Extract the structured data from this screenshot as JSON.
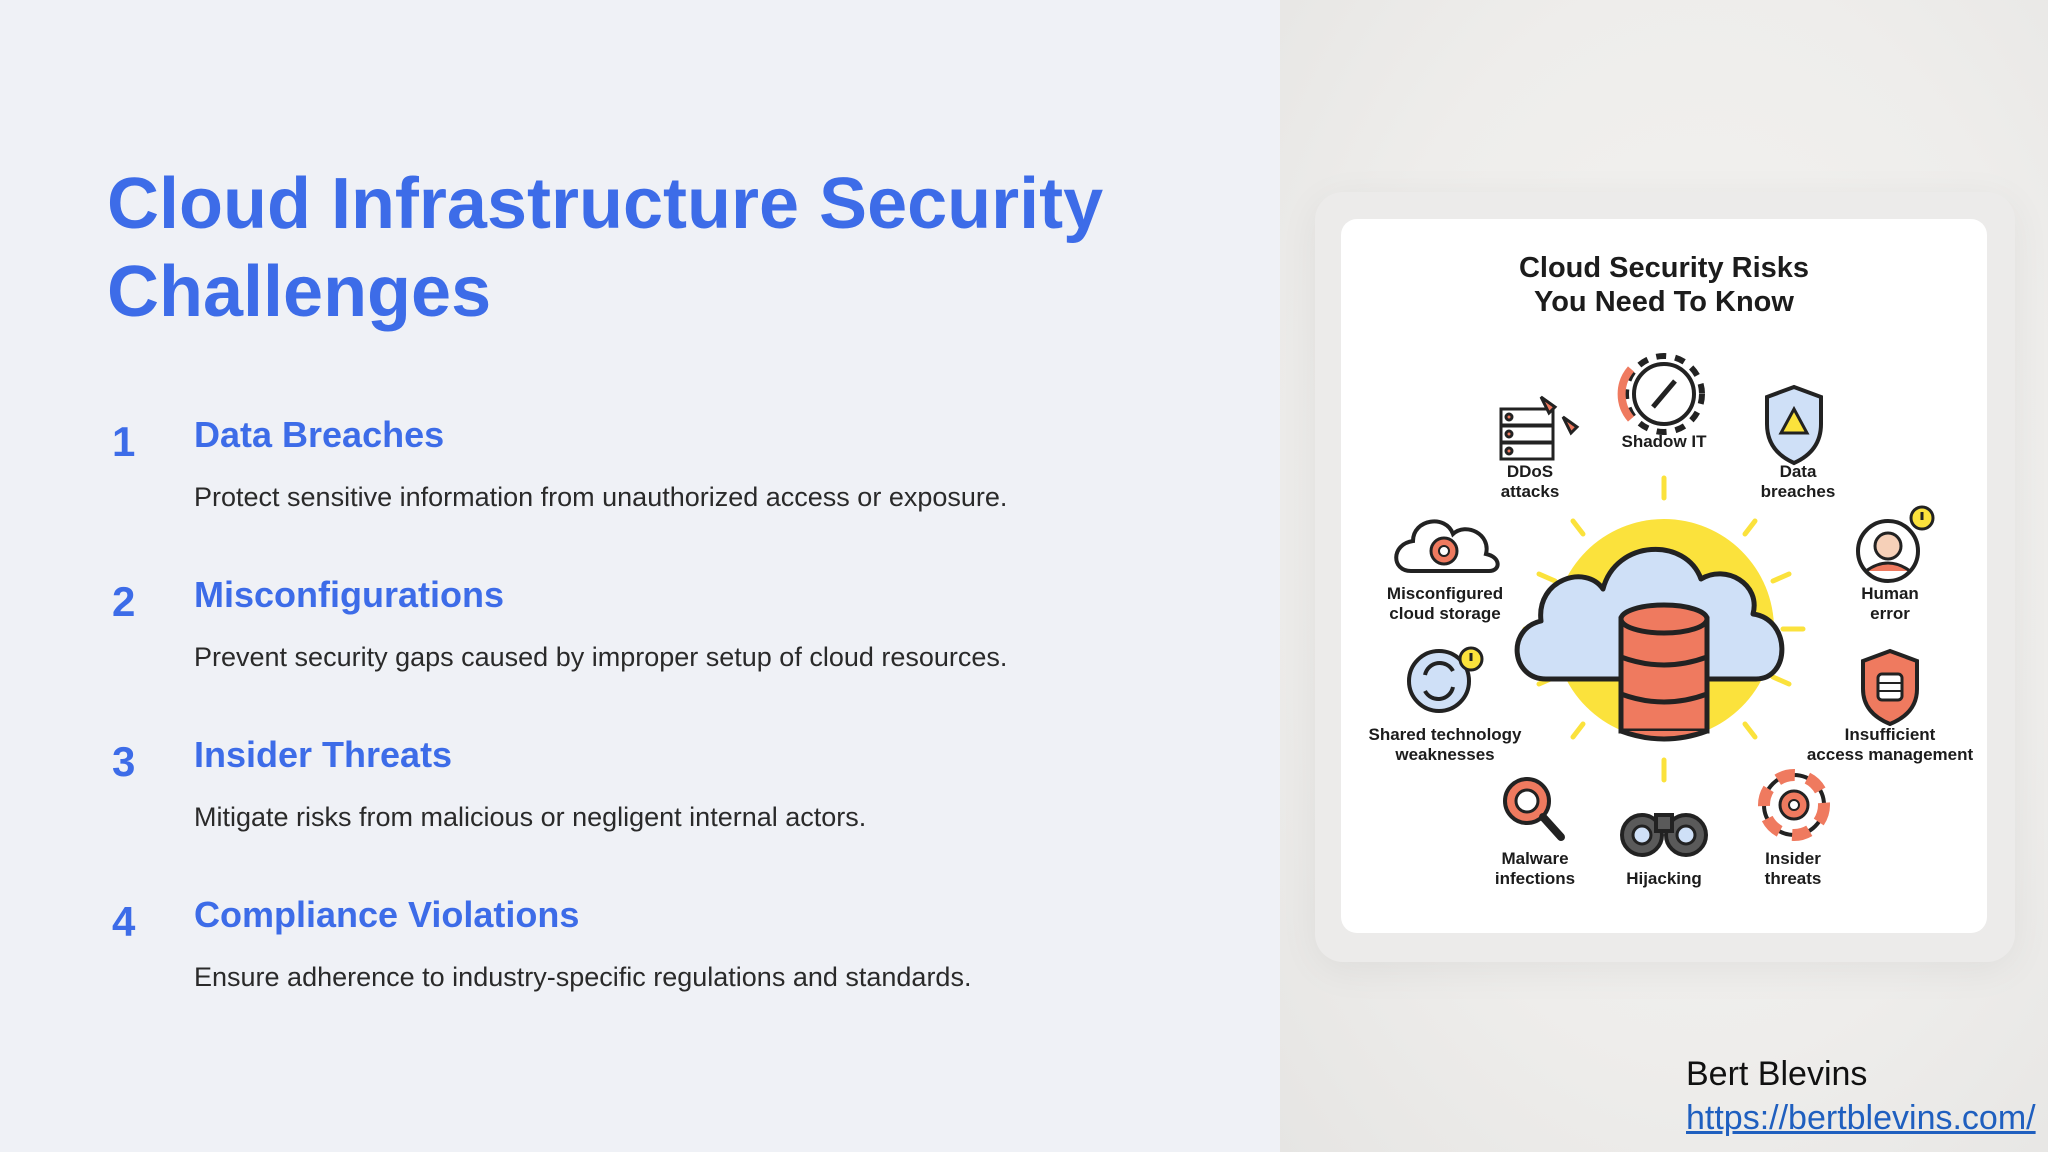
{
  "title": "Cloud Infrastructure Security Challenges",
  "items": [
    {
      "num": "1",
      "heading": "Data Breaches",
      "desc": "Protect sensitive information from unauthorized access or exposure."
    },
    {
      "num": "2",
      "heading": "Misconfigurations",
      "desc": "Prevent security gaps caused by improper setup of cloud resources."
    },
    {
      "num": "3",
      "heading": "Insider Threats",
      "desc": "Mitigate risks from malicious or negligent internal actors."
    },
    {
      "num": "4",
      "heading": "Compliance Violations",
      "desc": "Ensure adherence to industry-specific regulations and standards."
    }
  ],
  "infographic": {
    "title_line1": "Cloud Security Risks",
    "title_line2": "You Need To Know",
    "labels": {
      "shadow_it": "Shadow IT",
      "ddos_1": "DDoS",
      "ddos_2": "attacks",
      "data_breaches_1": "Data",
      "data_breaches_2": "breaches",
      "misconfig_1": "Misconfigured",
      "misconfig_2": "cloud storage",
      "human_error_1": "Human",
      "human_error_2": "error",
      "shared_tech_1": "Shared technology",
      "shared_tech_2": "weaknesses",
      "access_mgmt_1": "Insufficient",
      "access_mgmt_2": "access management",
      "malware_1": "Malware",
      "malware_2": "infections",
      "hijacking": "Hijacking",
      "insider_1": "Insider",
      "insider_2": "threats"
    },
    "colors": {
      "accent_red": "#ef7a5f",
      "accent_yellow": "#fbe23c",
      "cloud_blue": "#cfe0f7",
      "outline": "#222222"
    }
  },
  "footer": {
    "author": "Bert Blevins",
    "url": "https://bertblevins.com/"
  },
  "colors": {
    "title_blue": "#3d6ce8",
    "background": "#eff1f6",
    "link": "#1f5fbf"
  }
}
